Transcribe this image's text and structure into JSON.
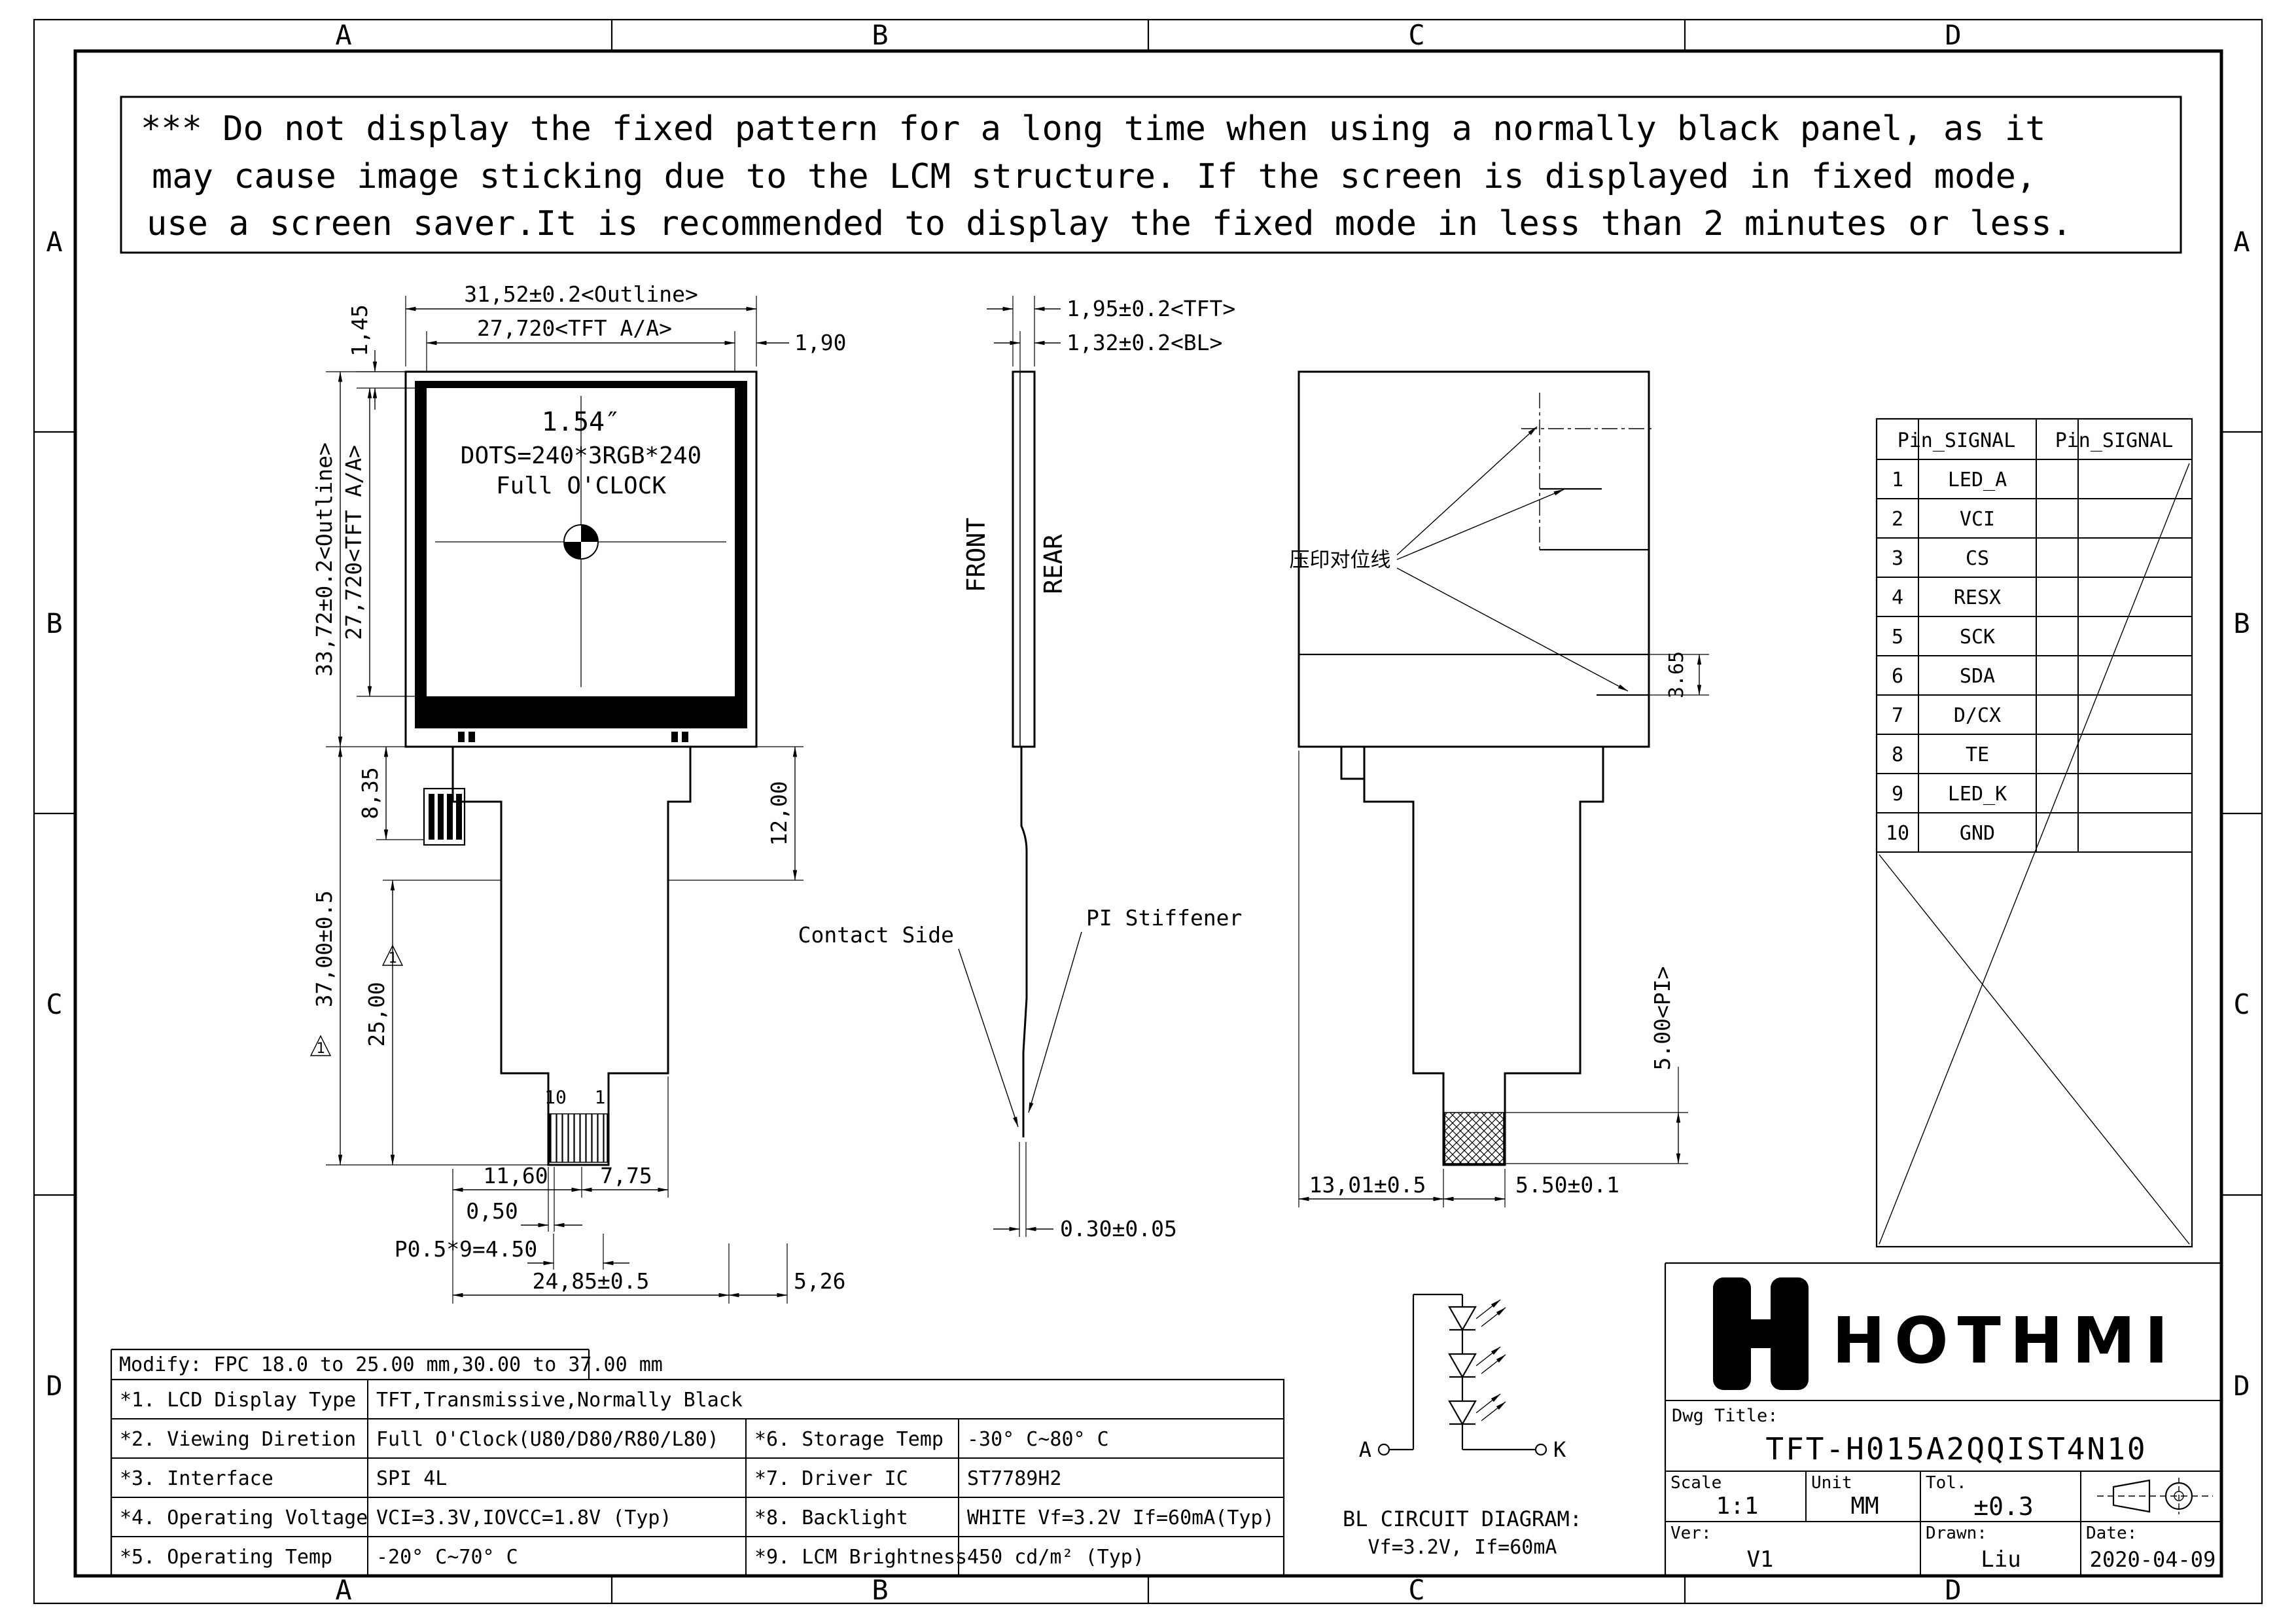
{
  "zones": {
    "top": [
      "A",
      "B",
      "C",
      "D"
    ],
    "bottom": [
      "A",
      "B",
      "C",
      "D"
    ],
    "left": [
      "A",
      "B",
      "C",
      "D"
    ],
    "right": [
      "A",
      "B",
      "C",
      "D"
    ]
  },
  "warning": {
    "line1": "*** Do not display the fixed pattern for a long time when using a normally black panel, as it",
    "line2": "may cause image sticking due to the LCM structure.  If the screen is displayed in fixed mode,",
    "line3": "use a screen saver.It is recommended to display the fixed mode in less than 2 minutes or less."
  },
  "front": {
    "size": "1.54″",
    "dots": "DOTS=240*3RGB*240",
    "clock": "Full O'CLOCK",
    "dim_outline_w": "31,52±0.2<Outline>",
    "dim_aa_w": "27,720<TFT A/A>",
    "dim_190": "1,90",
    "dim_145": "1,45",
    "dim_outline_h": "33,72±0.2<Outline>",
    "dim_aa_h": "27,720<TFT A/A>",
    "dim_835": "8,35",
    "dim_3700": "37,00±0.5",
    "dim_2500": "25,00",
    "dim_1200": "12,00",
    "dim_1160": "11,60",
    "dim_775": "7,75",
    "dim_050": "0,50",
    "dim_pitch": "P0.5*9=4.50",
    "dim_2485": "24,85±0.5",
    "dim_526": "5,26",
    "pin10": "10",
    "pin1": "1",
    "flag": "1"
  },
  "side": {
    "front_label": "FRONT",
    "rear_label": "REAR",
    "dim_tft": "1,95±0.2<TFT>",
    "dim_bl": "1,32±0.2<BL>",
    "contact": "Contact Side",
    "stiffener": "PI Stiffener",
    "dim_030": "0.30±0.05"
  },
  "rear": {
    "align_label": "压印对位线",
    "dim_365": "3.65",
    "dim_500pi": "5.00<PI>",
    "dim_1301": "13,01±0.5",
    "dim_550": "5.50±0.1"
  },
  "pin_table": {
    "header_left": "Pin_SIGNAL",
    "header_right": "Pin_SIGNAL",
    "pins": [
      {
        "no": "1",
        "sig": "LED_A"
      },
      {
        "no": "2",
        "sig": "VCI"
      },
      {
        "no": "3",
        "sig": "CS"
      },
      {
        "no": "4",
        "sig": "RESX"
      },
      {
        "no": "5",
        "sig": "SCK"
      },
      {
        "no": "6",
        "sig": "SDA"
      },
      {
        "no": "7",
        "sig": "D/CX"
      },
      {
        "no": "8",
        "sig": "TE"
      },
      {
        "no": "9",
        "sig": "LED_K"
      },
      {
        "no": "10",
        "sig": "GND"
      }
    ]
  },
  "spec_table": {
    "modify": "Modify: FPC 18.0 to 25.00 mm,30.00 to 37.00 mm",
    "rows": [
      {
        "k1": "*1. LCD Display Type",
        "v1": "TFT,Transmissive,Normally Black",
        "k2": "",
        "v2": ""
      },
      {
        "k1": "*2. Viewing Diretion",
        "v1": "Full O'Clock(U80/D80/R80/L80)",
        "k2": "*6. Storage Temp",
        "v2": "-30° C~80° C"
      },
      {
        "k1": "*3. Interface",
        "v1": "SPI 4L",
        "k2": "*7. Driver IC",
        "v2": "ST7789H2"
      },
      {
        "k1": "*4. Operating Voltage",
        "v1": "VCI=3.3V,IOVCC=1.8V (Typ)",
        "k2": "*8. Backlight",
        "v2": "WHITE Vf=3.2V If=60mA(Typ)"
      },
      {
        "k1": "*5. Operating Temp",
        "v1": "-20° C~70° C",
        "k2": "*9. LCM Brightness",
        "v2": "450 cd/m² (Typ)"
      }
    ]
  },
  "bl_circuit": {
    "anode": "A",
    "cathode": "K",
    "title": "BL CIRCUIT DIAGRAM:",
    "subtitle": "Vf=3.2V, If=60mA"
  },
  "title_block": {
    "brand": "HOTHMI",
    "dwg_label": "Dwg Title:",
    "dwg_title": "TFT-H015A2QQIST4N10",
    "scale_label": "Scale",
    "scale_value": "1:1",
    "unit_label": "Unit",
    "unit_value": "MM",
    "tol_label": "Tol.",
    "tol_value": "±0.3",
    "ver_label": "Ver:",
    "ver_value": "V1",
    "drawn_label": "Drawn:",
    "drawn_value": "Liu",
    "date_label": "Date:",
    "date_value": "2020-04-09"
  }
}
